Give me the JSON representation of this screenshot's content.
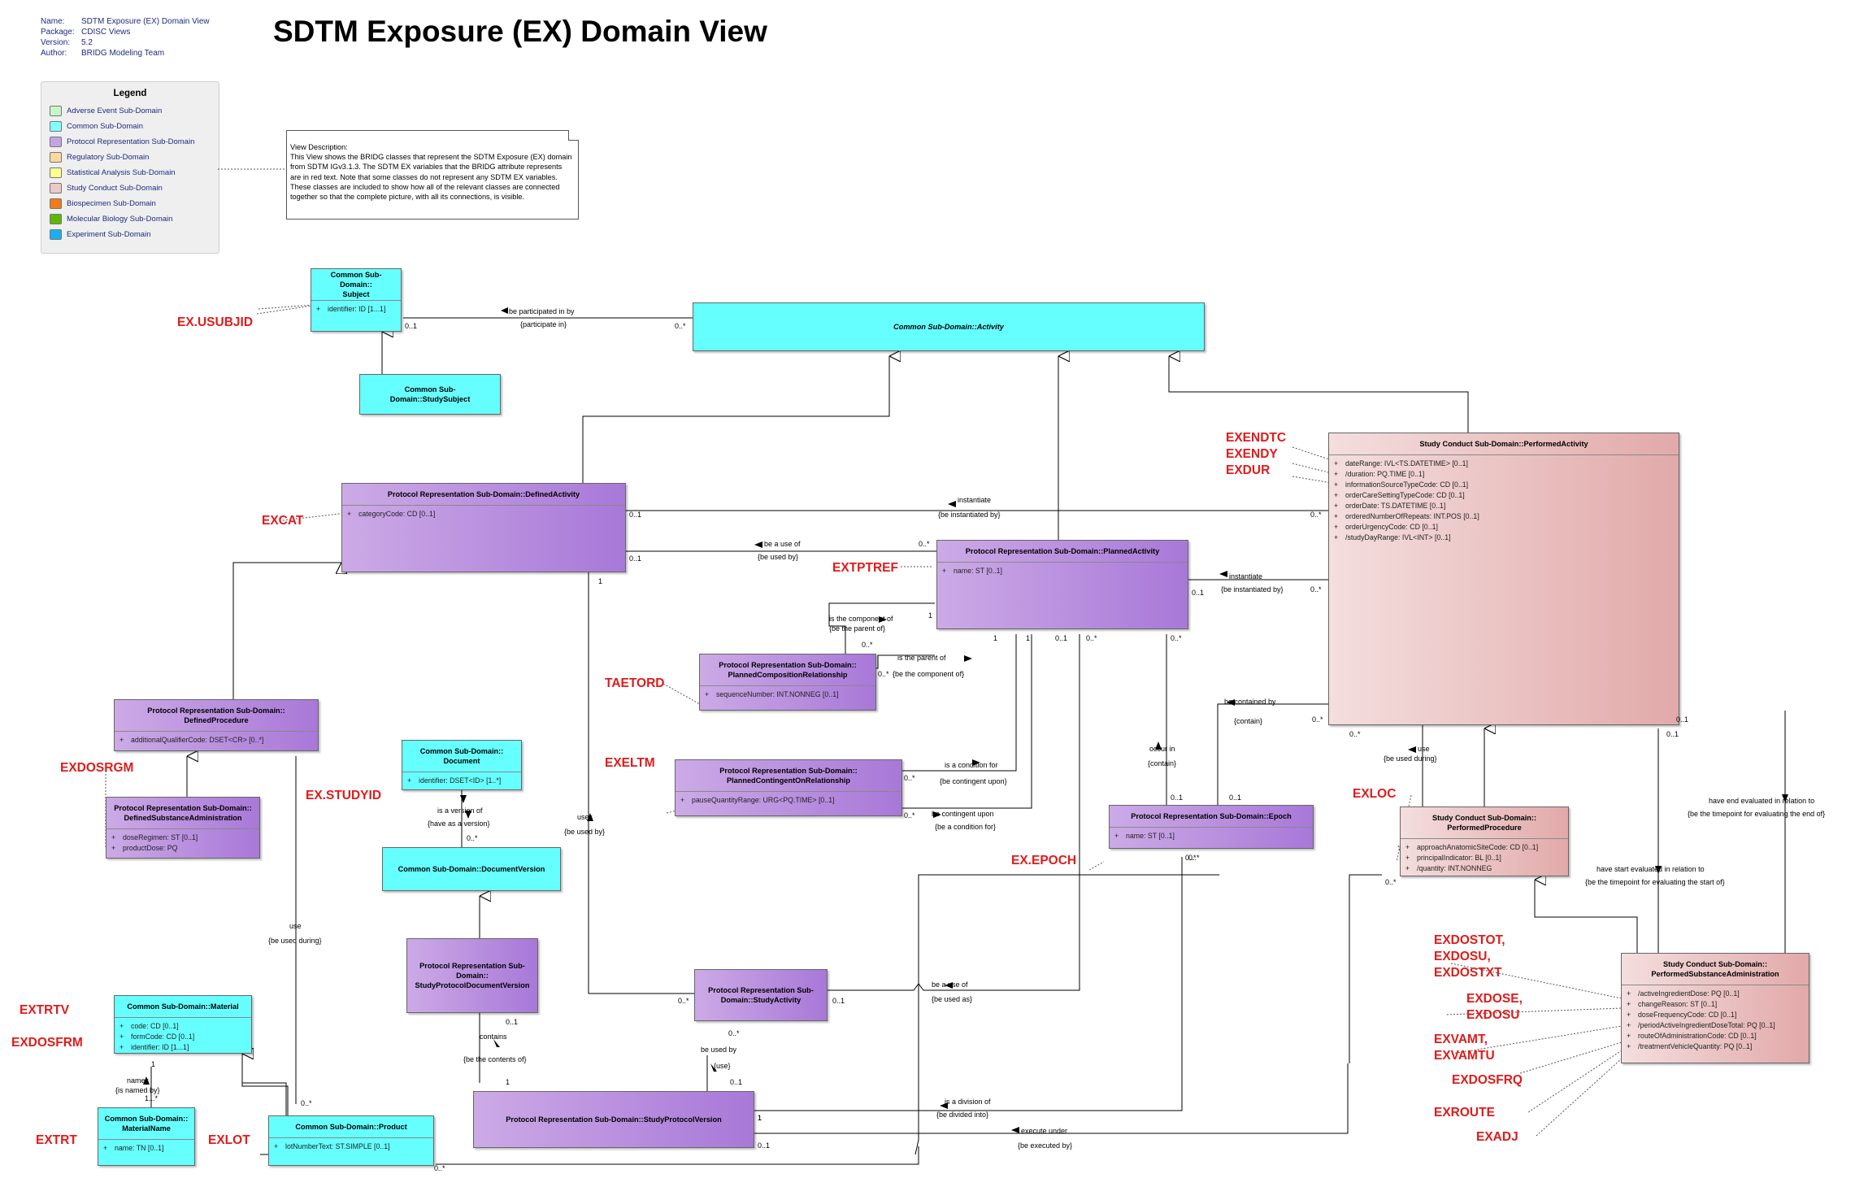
{
  "header": {
    "name_label": "Name:",
    "name": "SDTM Exposure (EX) Domain View",
    "package_label": "Package:",
    "package": "CDISC Views",
    "version_label": "Version:",
    "version": "5.2",
    "author_label": "Author:",
    "author": "BRIDG Modeling Team"
  },
  "title": "SDTM Exposure (EX) Domain View",
  "legend": {
    "title": "Legend",
    "items": [
      {
        "label": "Adverse Event Sub-Domain",
        "color": "#c8f5c8"
      },
      {
        "label": "Common Sub-Domain",
        "color": "#80ffff"
      },
      {
        "label": "Protocol Representation Sub-Domain",
        "color": "#c4a4e4"
      },
      {
        "label": "Regulatory Sub-Domain",
        "color": "#ffd8a0"
      },
      {
        "label": "Statistical Analysis Sub-Domain",
        "color": "#ffff90"
      },
      {
        "label": "Study Conduct Sub-Domain",
        "color": "#ecc8c8"
      },
      {
        "label": "Biospecimen Sub-Domain",
        "color": "#f07a1c"
      },
      {
        "label": "Molecular Biology Sub-Domain",
        "color": "#5cb800"
      },
      {
        "label": "Experiment Sub-Domain",
        "color": "#1ab0f0"
      }
    ]
  },
  "note": {
    "line1": "View Description:",
    "body": "This View shows the BRIDG classes that represent the SDTM Exposure (EX) domain from SDTM IGv3.1.3. The SDTM EX variables that the BRIDG attribute represents are in red text. Note that some classes do not represent any SDTM EX variables. These classes are included to show how all of the relevant classes are connected together so that the complete picture, with all its connections, is visible."
  },
  "classes": {
    "subject": {
      "name": "Common Sub-Domain::\nSubject",
      "attrs": [
        "identifier: ID [1...1]"
      ]
    },
    "study_subject": {
      "name": "Common Sub-Domain::StudySubject",
      "attrs": []
    },
    "activity": {
      "name": "Common Sub-Domain::Activity",
      "attrs": []
    },
    "defined_activity": {
      "name": "Protocol Representation Sub-Domain::DefinedActivity",
      "attrs": [
        "categoryCode: CD [0..1]"
      ]
    },
    "planned_activity": {
      "name": "Protocol Representation Sub-Domain::PlannedActivity",
      "attrs": [
        "name: ST [0..1]"
      ]
    },
    "performed_activity": {
      "name": "Study Conduct Sub-Domain::PerformedActivity",
      "attrs": [
        "dateRange: IVL<TS.DATETIME> [0..1]",
        "/duration: PQ.TIME [0..1]",
        "informationSourceTypeCode: CD [0..1]",
        "orderCareSettingTypeCode: CD [0..1]",
        "orderDate: TS.DATETIME [0..1]",
        "orderedNumberOfRepeats: INT.POS [0..1]",
        "orderUrgencyCode: CD [0..1]",
        "/studyDayRange: IVL<INT> [0..1]"
      ]
    },
    "planned_composition": {
      "name": "Protocol Representation Sub-Domain::\nPlannedCompositionRelationship",
      "attrs": [
        "sequenceNumber: INT.NONNEG [0..1]"
      ]
    },
    "planned_contingent": {
      "name": "Protocol Representation Sub-Domain::\nPlannedContingentOnRelationship",
      "attrs": [
        "pauseQuantityRange: URG<PQ.TIME> [0..1]"
      ]
    },
    "defined_procedure": {
      "name": "Protocol Representation Sub-Domain::\nDefinedProcedure",
      "attrs": [
        "additionalQualifierCode: DSET<CR> [0..*]"
      ]
    },
    "defined_substance_admin": {
      "name": "Protocol Representation Sub-Domain::\nDefinedSubstanceAdministration",
      "attrs": [
        "doseRegimen: ST [0..1]",
        "productDose: PQ"
      ]
    },
    "document": {
      "name": "Common Sub-Domain::\nDocument",
      "attrs": [
        "identifier: DSET<ID> [1..*]"
      ]
    },
    "document_version": {
      "name": "Common Sub-Domain::DocumentVersion",
      "attrs": []
    },
    "study_protocol_doc_version": {
      "name": "Protocol Representation Sub-\nDomain::\nStudyProtocolDocumentVersion",
      "attrs": []
    },
    "epoch": {
      "name": "Protocol Representation Sub-Domain::Epoch",
      "attrs": [
        "name: ST [0..1]"
      ]
    },
    "performed_procedure": {
      "name": "Study Conduct Sub-Domain::\nPerformedProcedure",
      "attrs": [
        "approachAnatomicSiteCode: CD [0..1]",
        "principalIndicator: BL [0..1]",
        "/quantity: INT.NONNEG"
      ]
    },
    "study_activity": {
      "name": "Protocol Representation Sub-\nDomain::StudyActivity",
      "attrs": []
    },
    "study_protocol_version": {
      "name": "Protocol Representation Sub-Domain::StudyProtocolVersion",
      "attrs": []
    },
    "performed_substance_admin": {
      "name": "Study Conduct Sub-Domain::\nPerformedSubstanceAdministration",
      "attrs": [
        "/activeIngredientDose: PQ [0..1]",
        "changeReason: ST [0..1]",
        "doseFrequencyCode: CD [0..1]",
        "/periodActiveIngredientDoseTotal: PQ [0..1]",
        "routeOfAdministrationCode: CD [0..1]",
        "/treatmentVehicleQuantity: PQ [0..1]"
      ]
    },
    "material": {
      "name": "Common Sub-Domain::Material",
      "attrs": [
        "code: CD [0..1]",
        "formCode: CD [0..1]",
        "identifier: ID [1...1]"
      ]
    },
    "material_name": {
      "name": "Common Sub-Domain::\nMaterialName",
      "attrs": [
        "name: TN [0..1]"
      ]
    },
    "product": {
      "name": "Common Sub-Domain::Product",
      "attrs": [
        "lotNumberText: ST.SIMPLE [0..1]"
      ]
    }
  },
  "sdtm_labels": {
    "usubjid": "EX.USUBJID",
    "excat": "EXCAT",
    "exendtc": "EXENDTC",
    "exendy": "EXENDY",
    "exdur": "EXDUR",
    "extptref": "EXTPTREF",
    "taetord": "TAETORD",
    "exeltm": "EXELTM",
    "exdosrgm": "EXDOSRGM",
    "studyid": "EX.STUDYID",
    "exloc": "EXLOC",
    "epoch": "EX.EPOCH",
    "exdostot": "EXDOSTOT,",
    "exdosu1": "EXDOSU,",
    "exdostxt": "EXDOSTXT",
    "exdose": "EXDOSE,",
    "exdosu2": "EXDOSU",
    "exvamt": "EXVAMT,",
    "exvamtu": "EXVAMTU",
    "exdosfrq": "EXDOSFRQ",
    "exroute": "EXROUTE",
    "exadj": "EXADJ",
    "extrtv": "EXTRTV",
    "exdosfrm": "EXDOSFRM",
    "extrt": "EXTRT",
    "exlot": "EXLOT"
  },
  "association_labels": {
    "participated": "be participated in by",
    "participate_in": "{participate in}",
    "instantiate1": "instantiate",
    "instantiated1": "{be instantiated by}",
    "use_of1": "be a use of",
    "used_by1": "{be used by}",
    "instantiate2": "instantiate",
    "instantiated2": "{be instantiated by}",
    "component_of": "is the component of",
    "parent_of1": "{be the parent of}",
    "parent_of2": "is the parent of",
    "component2": "{be the component of}",
    "condition_for": "is a condition for",
    "contingent_upon1": "{be contingent upon}",
    "contingent_upon2": "be contingent upon",
    "condition2": "{be a condition for}",
    "contained_by": "be contained by",
    "contain1": "{contain}",
    "occur_in": "occur in",
    "contain2": "{contain}",
    "use1": "use",
    "used_during1": "{be used during}",
    "end_eval": "have end evaluated in relation to",
    "end_eval2": "{be the timepoint for evaluating the end of}",
    "start_eval": "have start evaluated in relation to",
    "start_eval2": "{be the timepoint for evaluating the start of}",
    "version_of": "is a version of",
    "have_version": "{have as a version}",
    "uses": "uses",
    "be_used_by": "{be used by}",
    "use2": "use",
    "used_during2": "{be used during}",
    "use_of2": "be a use of",
    "used_as": "{be used as}",
    "contains": "contains",
    "contents_of": "{be the contents of}",
    "used_by3": "be used by",
    "use3": "{use}",
    "division_of": "is a division of",
    "divided_into": "{be divided into}",
    "execute_under": "execute under",
    "executed_by": "{be executed by}",
    "names": "names",
    "is_named_by": "{is named by}"
  },
  "multiplicities": {
    "m01a": "0..1",
    "m0sa": "0..*",
    "m01b": "0..1",
    "m0sb": "0..*",
    "m01c": "0..1",
    "m0sc": "0..*",
    "m1a": "1",
    "m01d": "0..1",
    "m0sd": "0..*",
    "m1b": "1",
    "m0se": "0..*",
    "m0sf": "0..*",
    "m1c": "1",
    "m1d": "1",
    "m01e": "0..1",
    "m0sg": "0..*",
    "m0sh": "0..*",
    "m0si": "0..*",
    "m0sj": "0..*",
    "m0sk": "0..*",
    "m01f": "0..1",
    "m01g": "0..1",
    "m01h": "0..1",
    "m0sl": "0..*",
    "m01i": "0..1",
    "m0sm": "0..*",
    "m0sn": "0..*",
    "m01j": "0..1",
    "m0so": "0..*",
    "m01k": "0..1",
    "m0sp": "0..*",
    "m1e": "1",
    "m0sq": "0..*",
    "m01l": "0..1",
    "m1f": "1",
    "m1g": "1",
    "m01m": "0..1",
    "m0sr": "0..*",
    "m1h": "1",
    "m1i": "1...*",
    "m0ss": "0..*",
    "m0st": "0..*"
  }
}
